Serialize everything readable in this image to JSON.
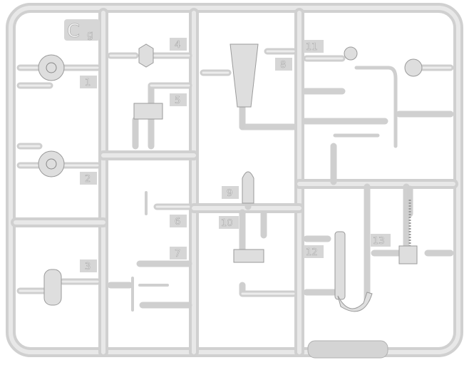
{
  "sprue": {
    "code_letter": "C",
    "code_suffix": "g",
    "part_numbers": [
      "1",
      "2",
      "3",
      "4",
      "5",
      "6",
      "7",
      "8",
      "9",
      "10",
      "11",
      "12",
      "13"
    ]
  },
  "colors": {
    "plastic": "#d8d8d8",
    "background": "#ffffff"
  }
}
